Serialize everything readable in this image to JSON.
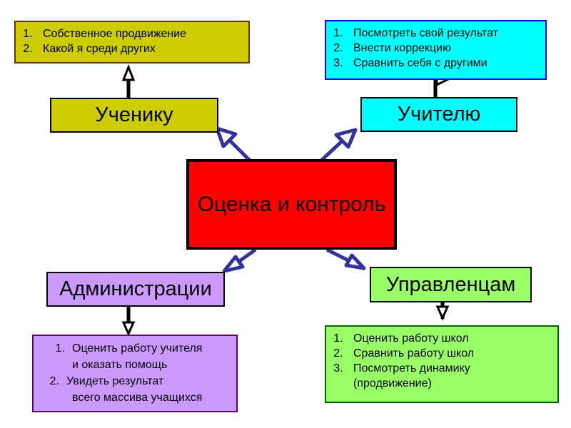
{
  "center": {
    "label": "Оценка и контроль",
    "color": "#ff0000"
  },
  "nodes": {
    "student": {
      "label": "Ученику",
      "color": "#cccc00"
    },
    "teacher": {
      "label": "Учителю",
      "color": "#00ffff"
    },
    "admin": {
      "label": "Администрации",
      "color": "#cc99ff"
    },
    "managers": {
      "label": "Управленцам",
      "color": "#99ff66"
    }
  },
  "lists": {
    "student": {
      "color": "#cccc00",
      "items": [
        "Собственное продвижение",
        "Какой я среди других"
      ]
    },
    "teacher": {
      "color": "#00ffff",
      "items": [
        "Посмотреть свой результат",
        "Внести коррекцию",
        "Сравнить себя с другими"
      ]
    },
    "admin": {
      "color": "#cc99ff",
      "items": [
        {
          "num": "1.",
          "line1": "Оценить работу учителя",
          "line2": "и оказать помощь"
        },
        {
          "num": "2.",
          "line1": "Увидеть результат",
          "line2": "всего массива учащихся"
        }
      ]
    },
    "managers": {
      "color": "#99ff66",
      "items": [
        "Оценить работу школ",
        "Сравнить работу школ",
        "Посмотреть динамику (продвижение)"
      ]
    }
  }
}
